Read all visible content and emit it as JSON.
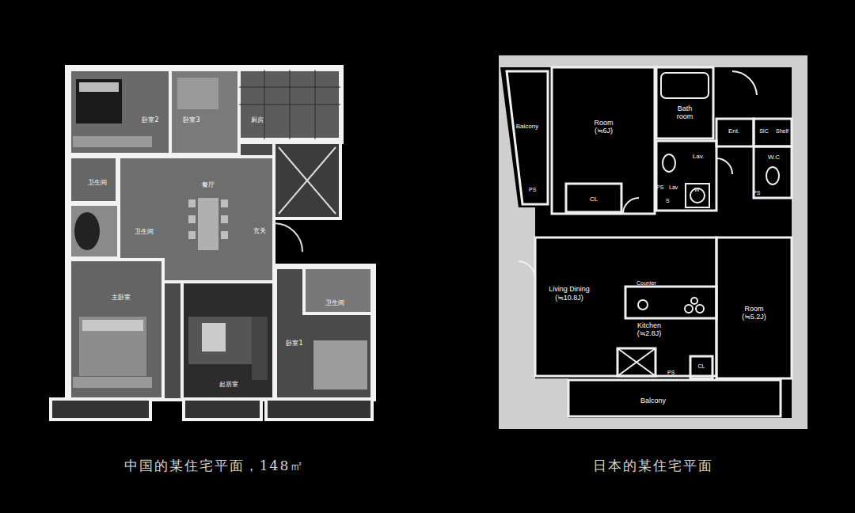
{
  "diagram": {
    "nodes": [
      {
        "text": [
          "中国的某住宅平面，148㎡"
        ]
      },
      {
        "text": [
          "卧室2"
        ],
        "in": 0
      },
      {
        "text": [
          "卧室3"
        ],
        "in": 0
      },
      {
        "text": [
          "厨房"
        ],
        "in": 0
      },
      {
        "text": [
          "卫生间"
        ],
        "in": 0
      },
      {
        "text": [
          "卫生间"
        ],
        "in": 0
      },
      {
        "text": [
          "餐厅"
        ],
        "in": 0
      },
      {
        "text": [
          "玄关"
        ],
        "in": 0
      },
      {
        "text": [
          "主卧室"
        ],
        "in": 0
      },
      {
        "text": [
          "卫生间"
        ],
        "in": 0
      },
      {
        "text": [
          "卧室1"
        ],
        "in": 0
      },
      {
        "text": [
          "起居室"
        ],
        "in": 0
      },
      {
        "text": [
          "日本的某住宅平面"
        ]
      },
      {
        "text": [
          "Balcony"
        ],
        "in": 12
      },
      {
        "text": [
          "Room (≒6J)"
        ],
        "in": 12
      },
      {
        "text": [
          "Bath room"
        ],
        "in": 12
      },
      {
        "text": [
          "Ent."
        ],
        "in": 12
      },
      {
        "text": [
          "SIC"
        ],
        "in": 12
      },
      {
        "text": [
          "Shelf"
        ],
        "in": 12
      },
      {
        "text": [
          "W.C"
        ],
        "in": 12
      },
      {
        "text": [
          "CL"
        ],
        "in": 12
      },
      {
        "text": [
          "Lav."
        ],
        "in": 12
      },
      {
        "text": [
          "Living Dining (≒10.8J)"
        ],
        "in": 12
      },
      {
        "text": [
          "Room (≒5.2J)"
        ],
        "in": 12
      },
      {
        "text": [
          "Kitchen (≒2.8J)"
        ],
        "in": 12
      },
      {
        "text": [
          "CL"
        ],
        "in": 12
      },
      {
        "text": [
          "Balcony"
        ],
        "in": 12
      }
    ],
    "labels": [
      "PS",
      "PS",
      "Lav",
      "W",
      "S",
      "PS",
      "Counter",
      "PS"
    ]
  }
}
